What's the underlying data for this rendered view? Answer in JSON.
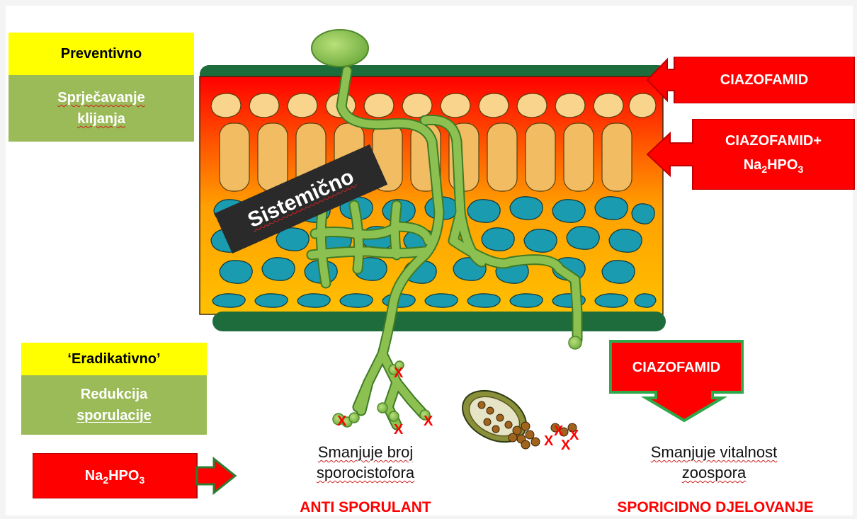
{
  "left_panel": {
    "preventivno": "Preventivno",
    "sprjecavanje_line1": "Sprječavanje",
    "sprjecavanje_line2": "klijanja",
    "eradikativno": "‘Eradikativno’",
    "redukcija_line1": "Redukcija",
    "redukcija_line2": "sporulacije"
  },
  "center": {
    "sistemicno_label": "Sistemično"
  },
  "callouts": {
    "top": "CIAZOFAMID",
    "middle_line1": "CIAZOFAMID+",
    "middle_line2_base": "Na",
    "middle_line2_sub1": "2",
    "middle_line2_mid": "HPO",
    "middle_line2_sub2": "3",
    "bottom_down": "CIAZOFAMID",
    "na_base": "Na",
    "na_sub1": "2",
    "na_mid": "HPO",
    "na_sub2": "3"
  },
  "captions": {
    "left_line1": "Smanjuje broj",
    "left_line2": "sporocistofora",
    "left_effect": "ANTI SPORULANT",
    "right_line1": "Smanjuje vitalnost",
    "right_line2": "zoospora",
    "right_effect": "SPORICIDNO DJELOVANJE"
  },
  "markers": {
    "x": "X"
  },
  "colors": {
    "callout_red": "#ff0000",
    "callout_border": "#c00000",
    "olive": "#9bbb59",
    "yellow": "#ffff00",
    "hypha_green": "#8cc152",
    "leaf_green": "#1e6b3c",
    "cell_tan": "#f5d08a",
    "cell_teal": "#1a9bb0",
    "gradient_top": "#ff0000",
    "gradient_bottom": "#ffc000"
  }
}
